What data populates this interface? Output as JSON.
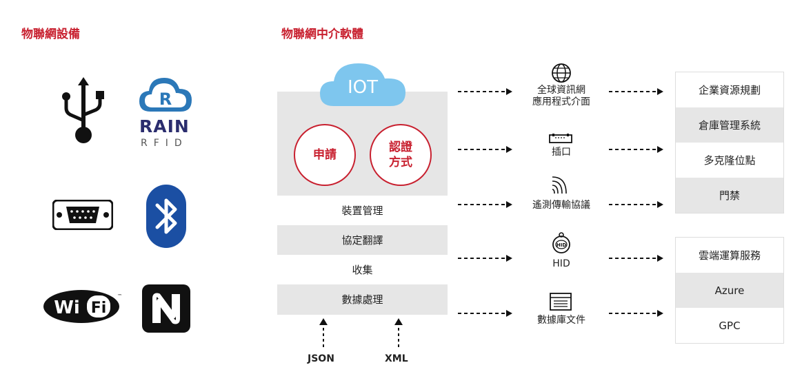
{
  "headings": {
    "devices": "物聯網設備",
    "middleware": "物聯網中介軟體"
  },
  "cloud": {
    "label": "IOT"
  },
  "circles": {
    "apply": "申請",
    "auth_line1": "認證",
    "auth_line2": "方式"
  },
  "middle_rows": [
    "裝置管理",
    "協定翻譯",
    "收集",
    "數據處理"
  ],
  "bottom_labels": {
    "json": "JSON",
    "xml": "XML"
  },
  "interfaces": {
    "web_line1": "全球資訊網",
    "web_line2": "應用程式介面",
    "port": "插口",
    "telemetry": "遙測傳輸協議",
    "hid": "HID",
    "database": "數據庫文件"
  },
  "right_panel_1": [
    "企業資源規劃",
    "倉庫管理系統",
    "多克隆位點",
    "門禁"
  ],
  "right_panel_2": [
    "雲端運算服務",
    "Azure",
    "GPC"
  ],
  "device_icons": {
    "rain_text": "RAIN",
    "rfid_text": "RFID",
    "wifi_text": "Wi Fi",
    "tm": "™"
  },
  "colors": {
    "accent": "#c8202f",
    "cloud": "#7ec6ee",
    "bluetooth": "#1b4fa3",
    "gray_row": "#e6e6e6"
  }
}
